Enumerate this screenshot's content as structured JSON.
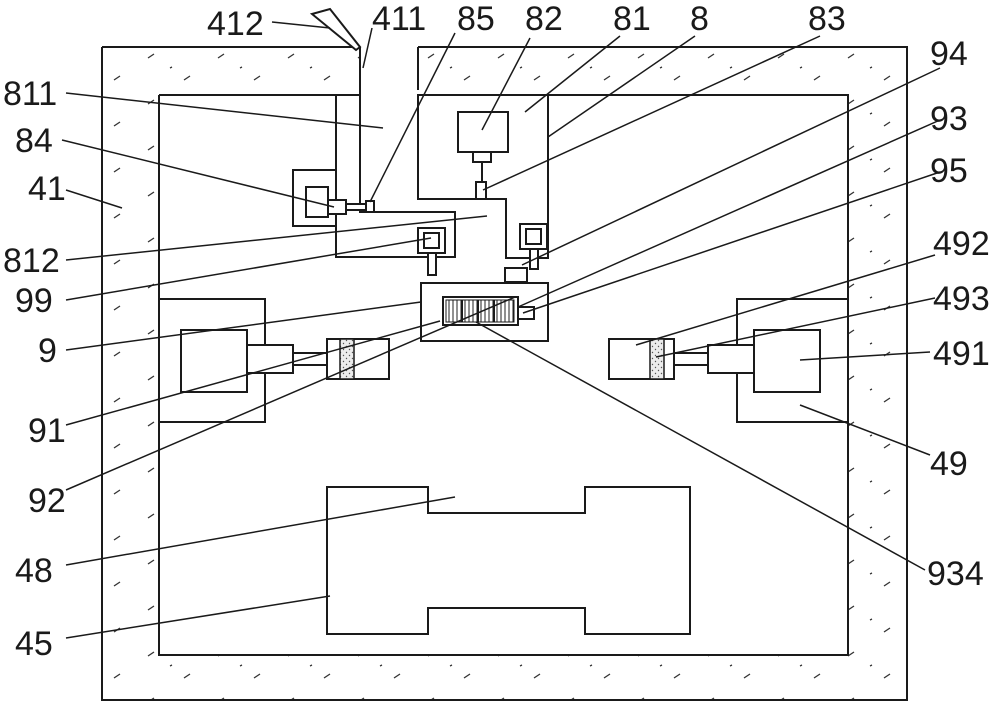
{
  "figure": {
    "labels": {
      "l412": "412",
      "l411": "411",
      "l85": "85",
      "l82": "82",
      "l81": "81",
      "l8": "8",
      "l83": "83",
      "l94": "94",
      "l811": "811",
      "l93": "93",
      "l84": "84",
      "l95": "95",
      "l41": "41",
      "l492": "492",
      "l812": "812",
      "l493": "493",
      "l99": "99",
      "l9": "9",
      "l491": "491",
      "l91": "91",
      "l49": "49",
      "l92": "92",
      "l48": "48",
      "l934": "934",
      "l45": "45"
    }
  }
}
